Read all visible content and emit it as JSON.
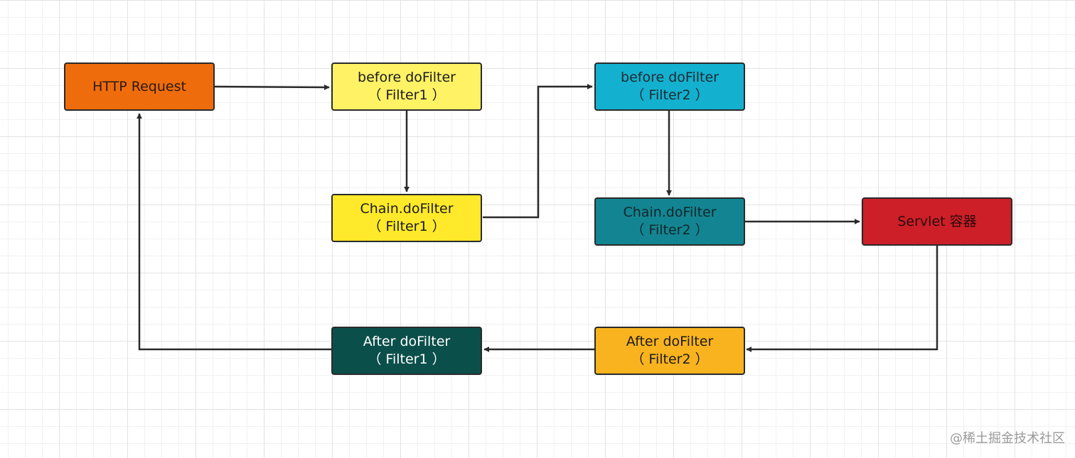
{
  "nodes": {
    "http_request": {
      "text": "HTTP Request",
      "fill": "#ef6c0c",
      "color": "#2b1a10"
    },
    "before_filter1": {
      "line1": "before doFilter",
      "line2": "（ Filter1 ）",
      "fill": "#fff265",
      "color": "#1b1b1b"
    },
    "chain_filter1": {
      "line1": "Chain.doFilter",
      "line2": "（ Filter1 ）",
      "fill": "#ffe92a",
      "color": "#1b1b1b"
    },
    "before_filter2": {
      "line1": "before doFilter",
      "line2": "（ Filter2 ）",
      "fill": "#14b0cf",
      "color": "#1b2a30"
    },
    "chain_filter2": {
      "line1": "Chain.doFilter",
      "line2": "（ Filter2 ）",
      "fill": "#138592",
      "color": "#10262a"
    },
    "servlet": {
      "text": "Servlet 容器",
      "fill": "#cd1f28",
      "color": "#2a0a0a"
    },
    "after_filter2": {
      "line1": "After doFilter",
      "line2": "（ Filter2 ）",
      "fill": "#f9b31f",
      "color": "#1b1b1b"
    },
    "after_filter1": {
      "line1": "After doFilter",
      "line2": "（ Filter1 ）",
      "fill": "#0b4f4b",
      "color": "#ffffff"
    }
  },
  "edges": [
    {
      "from": "http_request",
      "to": "before_filter1"
    },
    {
      "from": "before_filter1",
      "to": "chain_filter1"
    },
    {
      "from": "chain_filter1",
      "to": "before_filter2"
    },
    {
      "from": "before_filter2",
      "to": "chain_filter2"
    },
    {
      "from": "chain_filter2",
      "to": "servlet"
    },
    {
      "from": "servlet",
      "to": "after_filter2"
    },
    {
      "from": "after_filter2",
      "to": "after_filter1"
    },
    {
      "from": "after_filter1",
      "to": "http_request"
    }
  ],
  "edge_color": "#2a2a2a",
  "watermark": "@稀土掘金技术社区"
}
